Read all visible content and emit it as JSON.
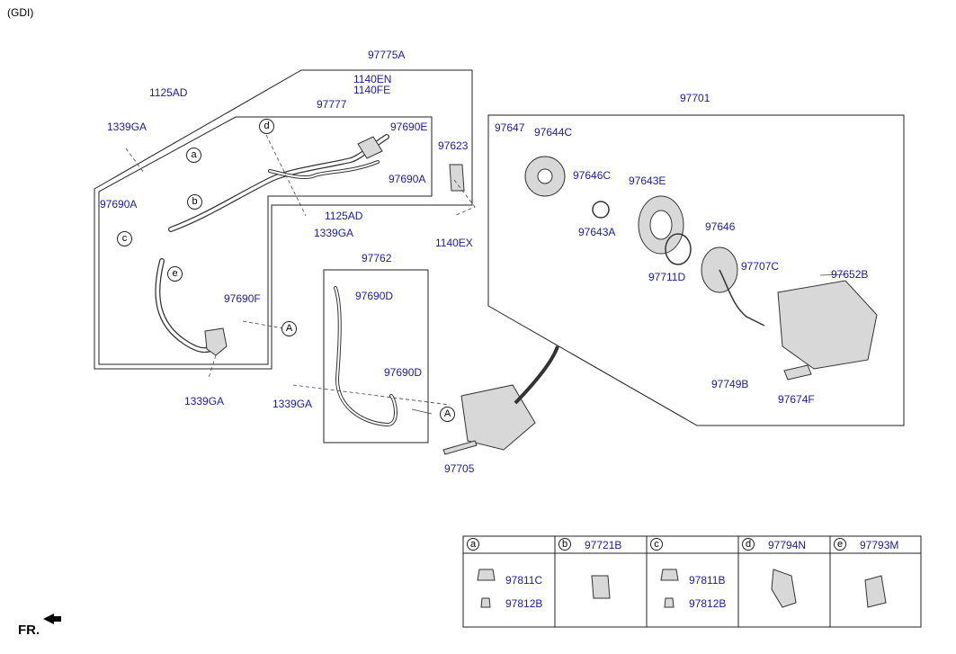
{
  "header": {
    "variant": "(GDI)"
  },
  "parts": {
    "p97775A": "97775A",
    "p1140EN": "1140EN",
    "p1140FE": "1140FE",
    "p1125AD_top": "1125AD",
    "p97777": "97777",
    "p1339GA_left": "1339GA",
    "p97690E": "97690E",
    "p97623": "97623",
    "p97690A_right": "97690A",
    "p97690A_left": "97690A",
    "p1125AD_mid": "1125AD",
    "p1140EX": "1140EX",
    "p1339GA_mid": "1339GA",
    "p97762": "97762",
    "p97690D_top": "97690D",
    "p97690F": "97690F",
    "p97690D_bottom": "97690D",
    "p1339GA_bottom": "1339GA",
    "p1339GA_b2": "1339GA",
    "p97705": "97705",
    "p97701": "97701",
    "p97647": "97647",
    "p97644C": "97644C",
    "p97646C": "97646C",
    "p97643E": "97643E",
    "p97643A": "97643A",
    "p97646": "97646",
    "p97711D": "97711D",
    "p97707C": "97707C",
    "p97652B": "97652B",
    "p97749B": "97749B",
    "p97674F": "97674F"
  },
  "callouts": {
    "a": "a",
    "b": "b",
    "c": "c",
    "d": "d",
    "e": "e",
    "A1": "A",
    "A2": "A"
  },
  "legend": {
    "cells": [
      {
        "key": "a",
        "part": "",
        "items": [
          "97811C",
          "97812B"
        ]
      },
      {
        "key": "b",
        "part": "97721B",
        "items": []
      },
      {
        "key": "c",
        "part": "",
        "items": [
          "97811B",
          "97812B"
        ]
      },
      {
        "key": "d",
        "part": "97794N",
        "items": []
      },
      {
        "key": "e",
        "part": "97793M",
        "items": []
      }
    ]
  },
  "footer": {
    "front_label": "FR."
  },
  "colors": {
    "label": "#1a1aa6",
    "line": "#222222",
    "part_fill": "#d8d8d8"
  }
}
